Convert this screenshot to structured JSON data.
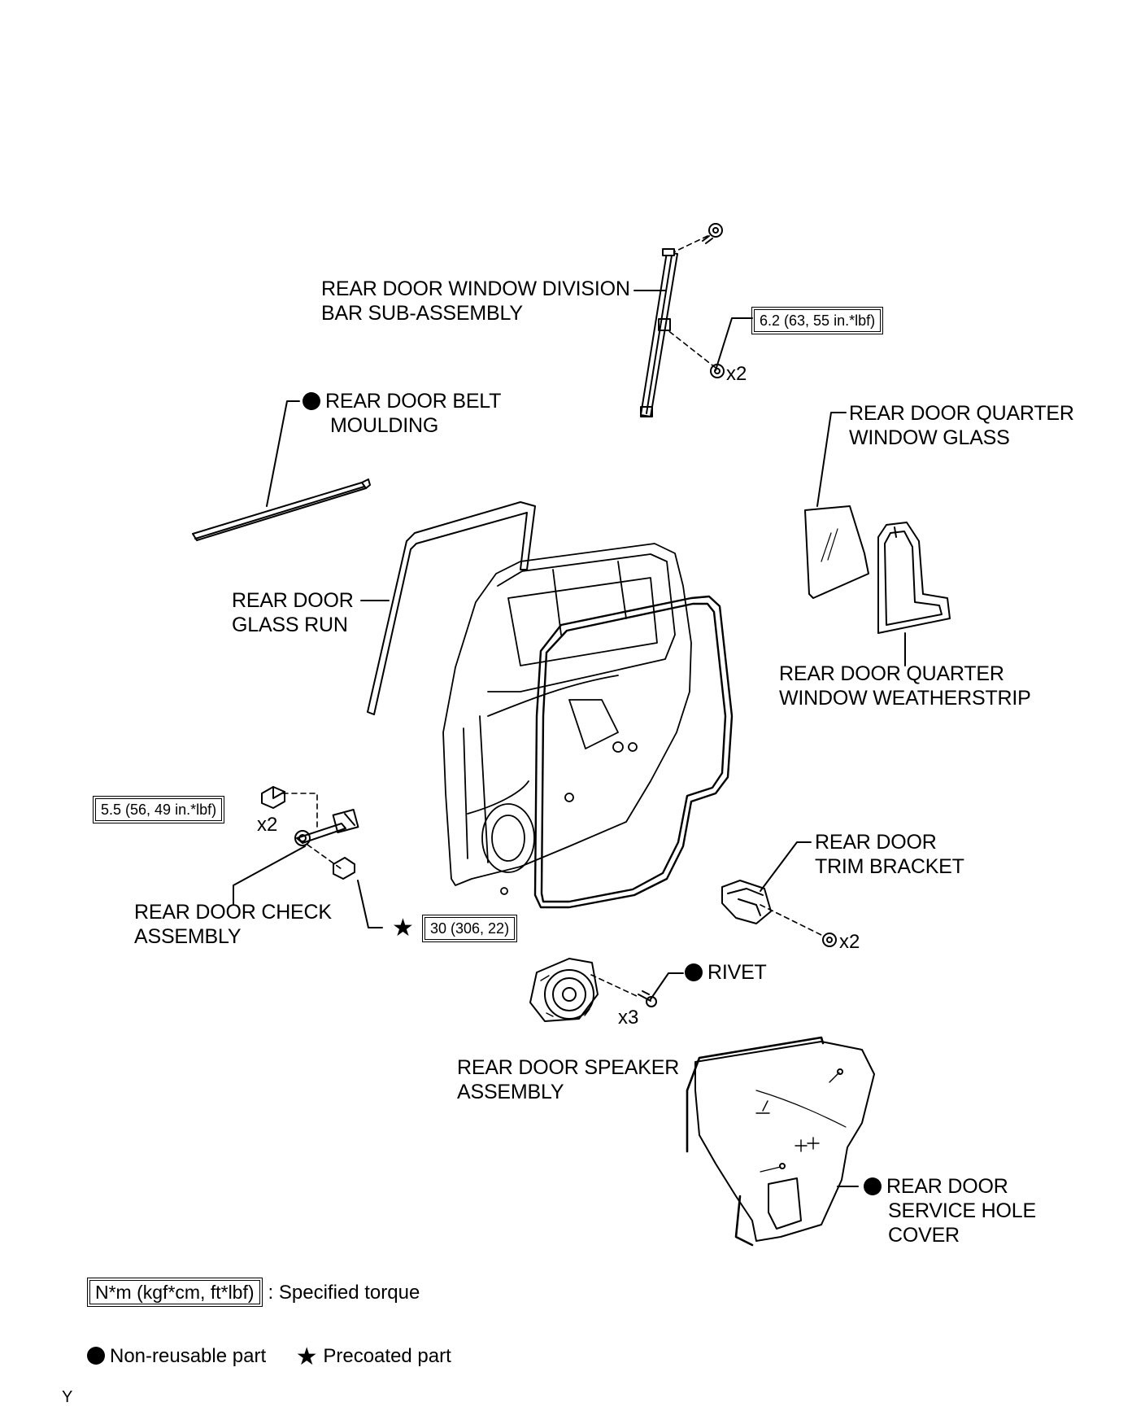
{
  "labels": {
    "division_bar": [
      "REAR DOOR WINDOW DIVISION",
      "BAR SUB-ASSEMBLY"
    ],
    "belt_moulding": [
      "REAR DOOR BELT",
      "MOULDING"
    ],
    "quarter_glass": [
      "REAR DOOR QUARTER",
      "WINDOW GLASS"
    ],
    "glass_run": [
      "REAR DOOR",
      "GLASS RUN"
    ],
    "quarter_weatherstrip": [
      "REAR DOOR QUARTER",
      "WINDOW WEATHERSTRIP"
    ],
    "trim_bracket": [
      "REAR DOOR",
      "TRIM BRACKET"
    ],
    "check_assembly": [
      "REAR DOOR CHECK",
      "ASSEMBLY"
    ],
    "rivet": [
      "RIVET"
    ],
    "speaker": [
      "REAR DOOR SPEAKER",
      "ASSEMBLY"
    ],
    "service_hole_cover": [
      "REAR DOOR",
      "SERVICE HOLE",
      "COVER"
    ]
  },
  "torques": {
    "division_bar": "6.2 (63, 55 in.*lbf)",
    "check_bolts": "5.5 (56, 49 in.*lbf)",
    "check_nuts": "30 (306, 22)"
  },
  "quantities": {
    "division_bar_bolt": "x2",
    "check_bolts": "x2",
    "trim_bracket_clip": "x2",
    "rivet": "x3"
  },
  "legend": {
    "torque_box": "N*m (kgf*cm, ft*lbf)",
    "torque_text": ": Specified torque",
    "nonreusable": "Non-reusable part",
    "precoated": "Precoated part"
  },
  "symbols": {
    "nonreusable": "filled-circle",
    "precoated": "star"
  },
  "corner_mark": "Y"
}
